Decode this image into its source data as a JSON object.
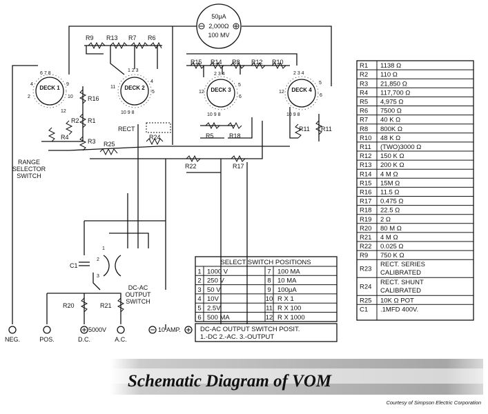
{
  "meter": {
    "line1": "50μA",
    "line2": "2,000Ω",
    "line3": "100 MV"
  },
  "decks": [
    "DECK 1",
    "DECK 2",
    "DECK 3",
    "DECK 4"
  ],
  "resistor_labels": [
    "R9",
    "R13",
    "R7",
    "R6",
    "R15",
    "R14",
    "R8",
    "R12",
    "R10",
    "R16",
    "R1",
    "R2",
    "R3",
    "R4",
    "R25",
    "RECT",
    "R24",
    "R5",
    "R18",
    "R11",
    "R11",
    "R22",
    "R17",
    "R20",
    "R21"
  ],
  "c1_label": "C1",
  "range_switch_label": [
    "RANGE",
    "SELECTOR",
    "SWITCH"
  ],
  "output_switch_label": [
    "DC-AC",
    "OUTPUT",
    "SWITCH"
  ],
  "terminals": [
    "NEG.",
    "POS.",
    "D.C.",
    "A.C."
  ],
  "terminal_5000v": "5000V",
  "terminal_10amp": "10 AMP.",
  "select_table": {
    "title": "SELECT SWITCH POSITIONS",
    "rows": [
      [
        "1",
        "1000 V",
        "7",
        "100 MA"
      ],
      [
        "2",
        "250 V",
        "8",
        "10 MA"
      ],
      [
        "3",
        "50 V",
        "9",
        "100μA"
      ],
      [
        "4",
        "10V",
        "10",
        "R X 1"
      ],
      [
        "5",
        "2.5V",
        "11",
        "R X 100"
      ],
      [
        "6",
        "500 MA",
        "12",
        "R X 1000"
      ]
    ]
  },
  "output_box": {
    "line1": "DC-AC OUTPUT SWITCH POSIT.",
    "line2": "1.-DC  2.-AC.  3.-OUTPUT"
  },
  "parts": [
    [
      "R1",
      "1138 Ω"
    ],
    [
      "R2",
      "110 Ω"
    ],
    [
      "R3",
      "21,850 Ω"
    ],
    [
      "R4",
      "117,700 Ω"
    ],
    [
      "R5",
      "4,975 Ω"
    ],
    [
      "R6",
      "7500 Ω"
    ],
    [
      "R7",
      "40 K Ω"
    ],
    [
      "R8",
      "800K Ω"
    ],
    [
      "R10",
      "48 K Ω"
    ],
    [
      "R11",
      "(TWO)3000 Ω"
    ],
    [
      "R12",
      "150 K Ω"
    ],
    [
      "R13",
      "200 K Ω"
    ],
    [
      "R14",
      "4 M Ω"
    ],
    [
      "R15",
      "15M Ω"
    ],
    [
      "R16",
      "11.5 Ω"
    ],
    [
      "R17",
      "0.475 Ω"
    ],
    [
      "R18",
      "22.5 Ω"
    ],
    [
      "R19",
      "2 Ω"
    ],
    [
      "R20",
      "80 M Ω"
    ],
    [
      "R21",
      "4 M Ω"
    ],
    [
      "R22",
      "0.025 Ω"
    ],
    [
      "R9",
      "750 K Ω"
    ],
    [
      "R23",
      "RECT. SERIES CALIBRATED"
    ],
    [
      "R24",
      "RECT. SHUNT CALIBRATED"
    ],
    [
      "R25",
      "10K Ω     POT"
    ],
    [
      "C1",
      ".1MFD  400V."
    ]
  ],
  "title": "Schematic Diagram of VOM",
  "credit": "Courtesy of Simpson Electric Corporation"
}
